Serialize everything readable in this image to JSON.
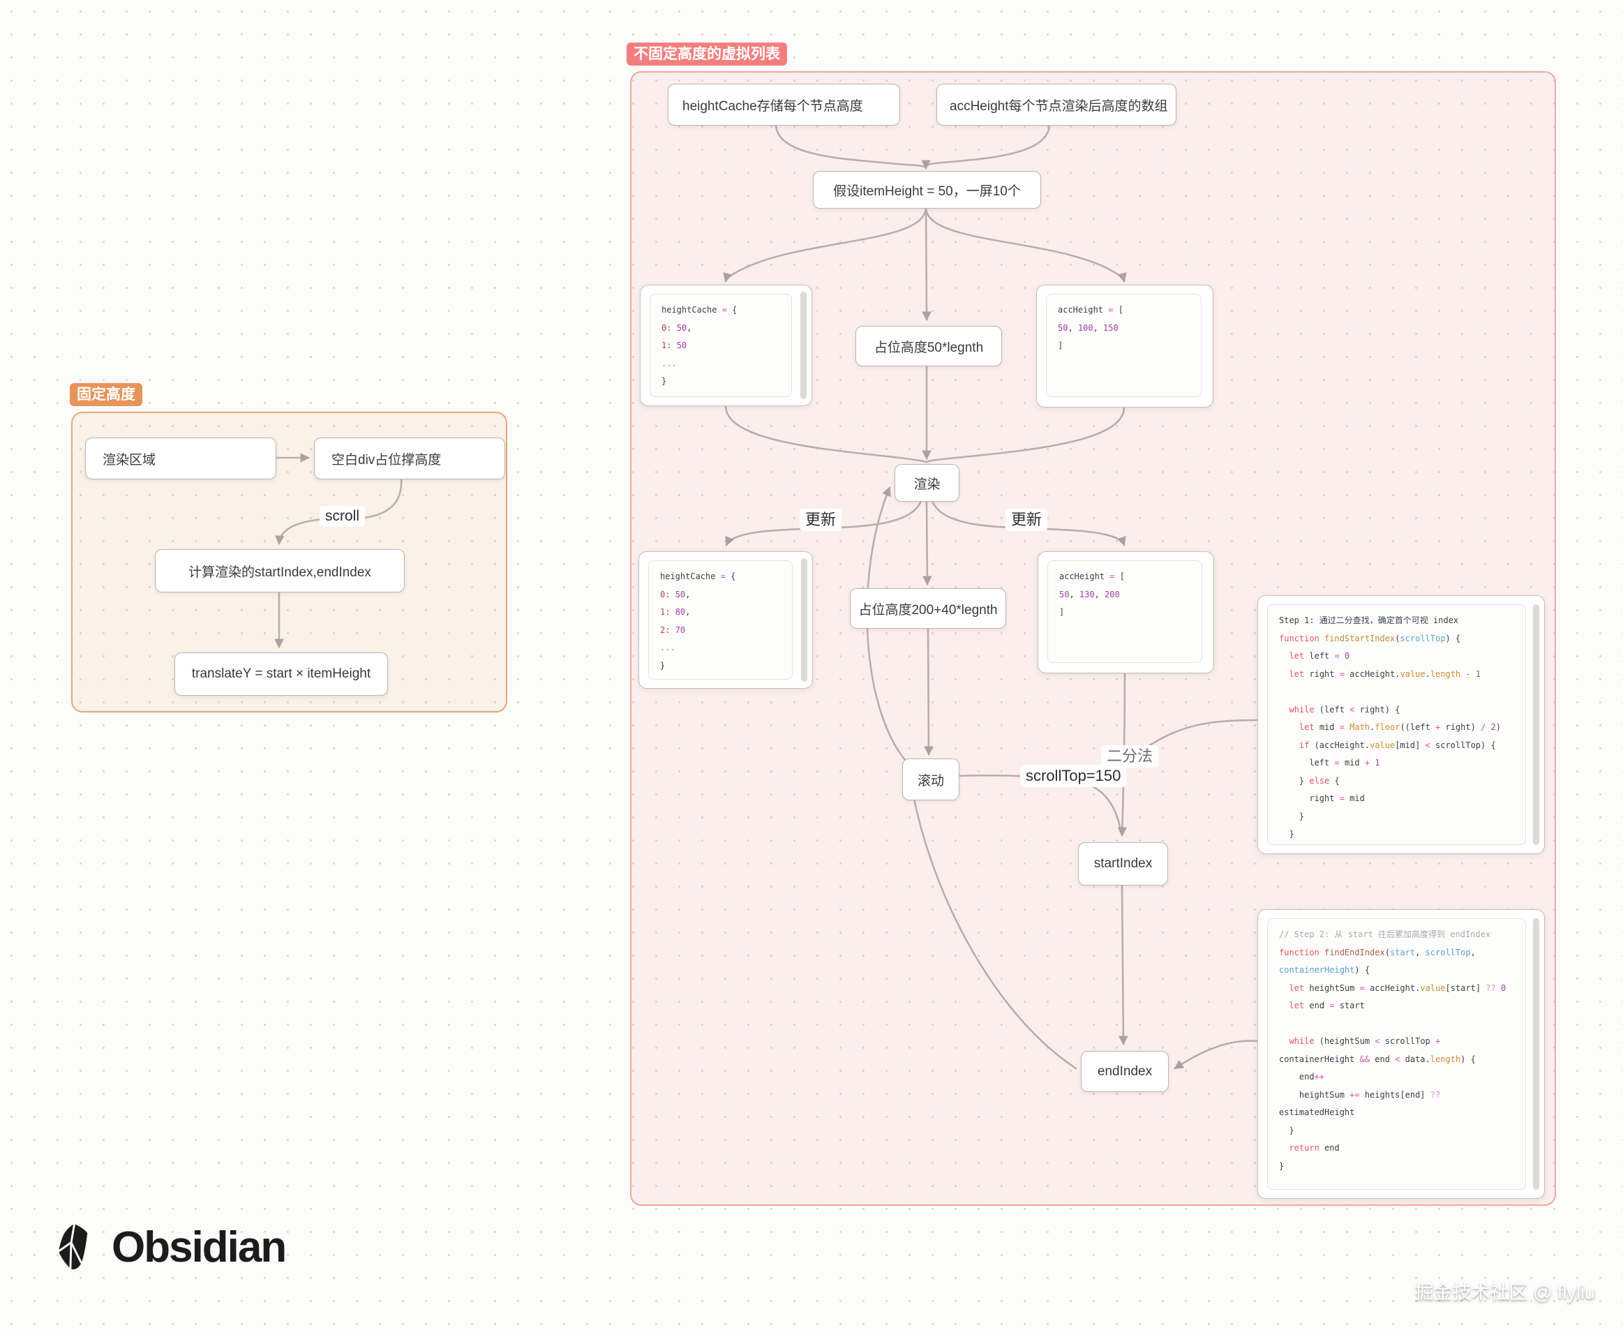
{
  "watermark": "掘金技术社区 @ flyliu",
  "logo": {
    "brand": "Obsidian"
  },
  "groups": {
    "fixed": {
      "label": "固定高度",
      "accent": "#e8935a"
    },
    "dynamic": {
      "label": "不固定高度的虚拟列表",
      "accent": "#f47e7e"
    }
  },
  "nodes": {
    "render_area": {
      "label": "渲染区域"
    },
    "blank_div": {
      "label": "空白div占位撑高度"
    },
    "calc_index": {
      "label": "计算渲染的startIndex,endIndex"
    },
    "translate_y": {
      "label": "translateY = start × itemHeight"
    },
    "height_cache_desc": {
      "label": "heightCache存储每个节点高度"
    },
    "acc_height_desc": {
      "label": "accHeight每个节点渲染后高度的数组"
    },
    "assume_height": {
      "label": "假设itemHeight = 50，一屏10个"
    },
    "placeholder_50": {
      "label": "占位高度50*legnth"
    },
    "render": {
      "label": "渲染"
    },
    "placeholder_200": {
      "label": "占位高度200+40*legnth"
    },
    "scroll": {
      "label": "滚动"
    },
    "start_index": {
      "label": "startIndex"
    },
    "end_index": {
      "label": "endIndex"
    }
  },
  "edge_labels": {
    "scroll": "scroll",
    "update_left": "更新",
    "update_right": "更新",
    "scroll_top": "scrollTop=150",
    "binary_search": "二分法"
  },
  "code_blocks": {
    "height_cache_1": [
      [
        [
          "t",
          "heightCache "
        ],
        [
          "o",
          "="
        ],
        [
          "t",
          " {"
        ]
      ],
      [
        [
          "key",
          "0:"
        ],
        [
          "t",
          " "
        ],
        [
          "n",
          "50"
        ],
        [
          "t",
          ","
        ]
      ],
      [
        [
          "key",
          "1:"
        ],
        [
          "t",
          " "
        ],
        [
          "n",
          "50"
        ]
      ],
      [
        [
          "e",
          "..."
        ]
      ],
      [
        [
          "t",
          "}"
        ]
      ]
    ],
    "acc_height_1": [
      [
        [
          "t",
          "accHeight "
        ],
        [
          "o",
          "="
        ],
        [
          "t",
          " ["
        ]
      ],
      [
        [
          "n",
          "50"
        ],
        [
          "t",
          ", "
        ],
        [
          "n",
          "100"
        ],
        [
          "t",
          ", "
        ],
        [
          "n",
          "150"
        ]
      ],
      [
        [
          "t",
          "]"
        ]
      ]
    ],
    "height_cache_2": [
      [
        [
          "t",
          "heightCache "
        ],
        [
          "o",
          "="
        ],
        [
          "t",
          " {"
        ]
      ],
      [
        [
          "key",
          "0:"
        ],
        [
          "t",
          " "
        ],
        [
          "n",
          "50"
        ],
        [
          "t",
          ","
        ]
      ],
      [
        [
          "key",
          "1:"
        ],
        [
          "t",
          " "
        ],
        [
          "n",
          "80"
        ],
        [
          "t",
          ","
        ]
      ],
      [
        [
          "key",
          "2:"
        ],
        [
          "t",
          " "
        ],
        [
          "n",
          "70"
        ]
      ],
      [
        [
          "e",
          "..."
        ]
      ],
      [
        [
          "t",
          "}"
        ]
      ]
    ],
    "acc_height_2": [
      [
        [
          "t",
          "accHeight "
        ],
        [
          "o",
          "="
        ],
        [
          "t",
          " ["
        ]
      ],
      [
        [
          "n",
          "50"
        ],
        [
          "t",
          ", "
        ],
        [
          "n",
          "130"
        ],
        [
          "t",
          ", "
        ],
        [
          "n",
          "200"
        ]
      ],
      [
        [
          "t",
          "]"
        ]
      ]
    ],
    "step1": [
      [
        [
          "t",
          "Step 1: 通过二分查找，确定首个可视 index"
        ]
      ],
      [
        [
          "k",
          "function "
        ],
        [
          "f",
          "findStartIndex"
        ],
        [
          "t",
          "("
        ],
        [
          "b",
          "scrollTop"
        ],
        [
          "t",
          ") {"
        ]
      ],
      [
        [
          "t",
          "  "
        ],
        [
          "k",
          "let"
        ],
        [
          "t",
          " left "
        ],
        [
          "o",
          "="
        ],
        [
          "t",
          " "
        ],
        [
          "n",
          "0"
        ]
      ],
      [
        [
          "t",
          "  "
        ],
        [
          "k",
          "let"
        ],
        [
          "t",
          " right "
        ],
        [
          "o",
          "="
        ],
        [
          "t",
          " accHeight."
        ],
        [
          "p",
          "value"
        ],
        [
          "t",
          "."
        ],
        [
          "p",
          "length"
        ],
        [
          "t",
          " "
        ],
        [
          "o",
          "-"
        ],
        [
          "t",
          " "
        ],
        [
          "n",
          "1"
        ]
      ],
      [],
      [
        [
          "t",
          "  "
        ],
        [
          "k",
          "while"
        ],
        [
          "t",
          " (left "
        ],
        [
          "o",
          "<"
        ],
        [
          "t",
          " right) {"
        ]
      ],
      [
        [
          "t",
          "    "
        ],
        [
          "k",
          "let"
        ],
        [
          "t",
          " mid "
        ],
        [
          "o",
          "="
        ],
        [
          "t",
          " "
        ],
        [
          "p",
          "Math"
        ],
        [
          "t",
          "."
        ],
        [
          "p",
          "floor"
        ],
        [
          "t",
          "((left "
        ],
        [
          "o",
          "+"
        ],
        [
          "t",
          " right) "
        ],
        [
          "o",
          "/"
        ],
        [
          "t",
          " "
        ],
        [
          "n",
          "2"
        ],
        [
          "t",
          ")"
        ]
      ],
      [
        [
          "t",
          "    "
        ],
        [
          "k",
          "if"
        ],
        [
          "t",
          " (accHeight."
        ],
        [
          "p",
          "value"
        ],
        [
          "t",
          "[mid] "
        ],
        [
          "o",
          "<"
        ],
        [
          "t",
          " scrollTop) {"
        ]
      ],
      [
        [
          "t",
          "      left "
        ],
        [
          "o",
          "="
        ],
        [
          "t",
          " mid "
        ],
        [
          "o",
          "+"
        ],
        [
          "t",
          " "
        ],
        [
          "n",
          "1"
        ]
      ],
      [
        [
          "t",
          "    } "
        ],
        [
          "k",
          "else"
        ],
        [
          "t",
          " {"
        ]
      ],
      [
        [
          "t",
          "      right "
        ],
        [
          "o",
          "="
        ],
        [
          "t",
          " mid"
        ]
      ],
      [
        [
          "t",
          "    }"
        ]
      ],
      [
        [
          "t",
          "  }"
        ]
      ]
    ],
    "step2": [
      [
        [
          "c",
          "// Step 2: 从 start 往后累加高度得到 endIndex"
        ]
      ],
      [
        [
          "k",
          "function "
        ],
        [
          "f2",
          "findEndIndex"
        ],
        [
          "t",
          "("
        ],
        [
          "b",
          "start"
        ],
        [
          "t",
          ", "
        ],
        [
          "b",
          "scrollTop"
        ],
        [
          "t",
          ","
        ]
      ],
      [
        [
          "b",
          "containerHeight"
        ],
        [
          "t",
          ") {"
        ]
      ],
      [
        [
          "t",
          "  "
        ],
        [
          "k",
          "let"
        ],
        [
          "t",
          " heightSum "
        ],
        [
          "o",
          "="
        ],
        [
          "t",
          " accHeight."
        ],
        [
          "p",
          "value"
        ],
        [
          "t",
          "[start] "
        ],
        [
          "o2",
          "??"
        ],
        [
          "t",
          " "
        ],
        [
          "n",
          "0"
        ]
      ],
      [
        [
          "t",
          "  "
        ],
        [
          "k",
          "let"
        ],
        [
          "t",
          " end "
        ],
        [
          "o",
          "="
        ],
        [
          "t",
          " start"
        ]
      ],
      [],
      [
        [
          "t",
          "  "
        ],
        [
          "k",
          "while"
        ],
        [
          "t",
          " (heightSum "
        ],
        [
          "o",
          "<"
        ],
        [
          "t",
          " scrollTop "
        ],
        [
          "o",
          "+"
        ]
      ],
      [
        [
          "t",
          "containerHeight "
        ],
        [
          "o",
          "&&"
        ],
        [
          "t",
          " end "
        ],
        [
          "o",
          "<"
        ],
        [
          "t",
          " data."
        ],
        [
          "p",
          "length"
        ],
        [
          "t",
          ") {"
        ]
      ],
      [
        [
          "t",
          "    end"
        ],
        [
          "o",
          "++"
        ]
      ],
      [
        [
          "t",
          "    heightSum "
        ],
        [
          "o",
          "+="
        ],
        [
          "t",
          " heights[end] "
        ],
        [
          "o2",
          "??"
        ]
      ],
      [
        [
          "t",
          "estimatedHeight"
        ]
      ],
      [
        [
          "t",
          "  }"
        ]
      ],
      [
        [
          "t",
          "  "
        ],
        [
          "k",
          "return"
        ],
        [
          "t",
          " end"
        ]
      ],
      [
        [
          "t",
          "}"
        ]
      ]
    ]
  }
}
